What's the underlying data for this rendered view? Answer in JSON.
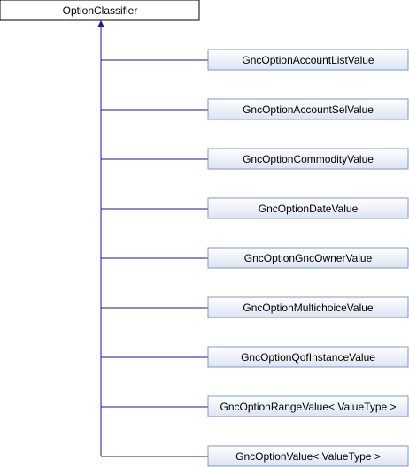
{
  "diagram": {
    "base_class": {
      "label": "OptionClassifier"
    },
    "derived_classes": [
      {
        "label": "GncOptionAccountListValue"
      },
      {
        "label": "GncOptionAccountSelValue"
      },
      {
        "label": "GncOptionCommodityValue"
      },
      {
        "label": "GncOptionDateValue"
      },
      {
        "label": "GncOptionGncOwnerValue"
      },
      {
        "label": "GncOptionMultichoiceValue"
      },
      {
        "label": "GncOptionQofInstanceValue"
      },
      {
        "label": "GncOptionRangeValue< ValueType >"
      },
      {
        "label": "GncOptionValue< ValueType >"
      }
    ]
  },
  "colors": {
    "base_fill": "#ffffff",
    "base_stroke": "#000000",
    "derived_fill_top": "#ffffff",
    "derived_fill_bottom": "#dce4f3",
    "derived_stroke": "#7f98c7",
    "connector": "#1a1a8c"
  }
}
